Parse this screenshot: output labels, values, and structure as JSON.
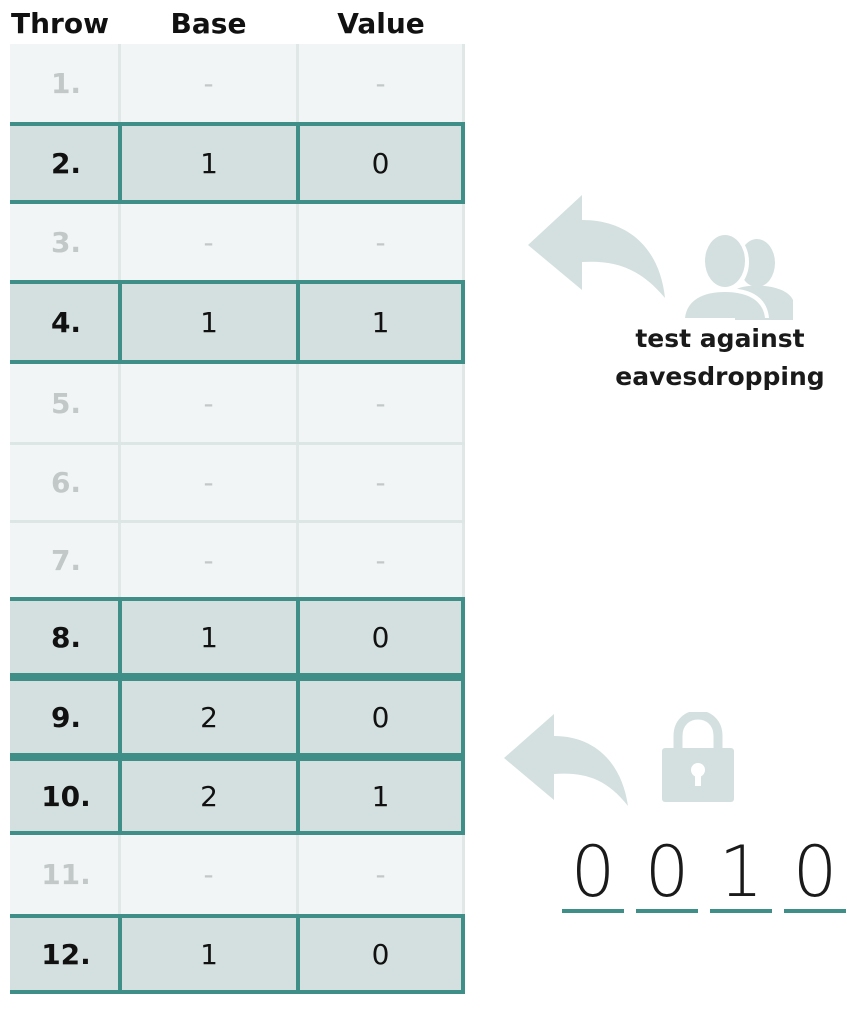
{
  "header": {
    "throw": "Throw",
    "base": "Base",
    "value": "Value"
  },
  "rows": [
    {
      "throw": "1.",
      "base": "-",
      "value": "-",
      "kept": false
    },
    {
      "throw": "2.",
      "base": "1",
      "value": "0",
      "kept": true
    },
    {
      "throw": "3.",
      "base": "-",
      "value": "-",
      "kept": false
    },
    {
      "throw": "4.",
      "base": "1",
      "value": "1",
      "kept": true
    },
    {
      "throw": "5.",
      "base": "-",
      "value": "-",
      "kept": false
    },
    {
      "throw": "6.",
      "base": "-",
      "value": "-",
      "kept": false
    },
    {
      "throw": "7.",
      "base": "-",
      "value": "-",
      "kept": false
    },
    {
      "throw": "8.",
      "base": "1",
      "value": "0",
      "kept": true
    },
    {
      "throw": "9.",
      "base": "2",
      "value": "0",
      "kept": true
    },
    {
      "throw": "10.",
      "base": "2",
      "value": "1",
      "kept": true
    },
    {
      "throw": "11.",
      "base": "-",
      "value": "-",
      "kept": false
    },
    {
      "throw": "12.",
      "base": "1",
      "value": "0",
      "kept": true
    }
  ],
  "eavesdrop": {
    "label_line1": "test against",
    "label_line2": "eavesdropping",
    "icon": "users-icon"
  },
  "key": {
    "digits": [
      "0",
      "0",
      "1",
      "0"
    ],
    "icon": "lock-icon"
  },
  "colors": {
    "accent": "#3f8f88",
    "highlight_fill": "#d4e0df",
    "icon": "#d3e0df",
    "dim_text": "#c2c8c8"
  }
}
